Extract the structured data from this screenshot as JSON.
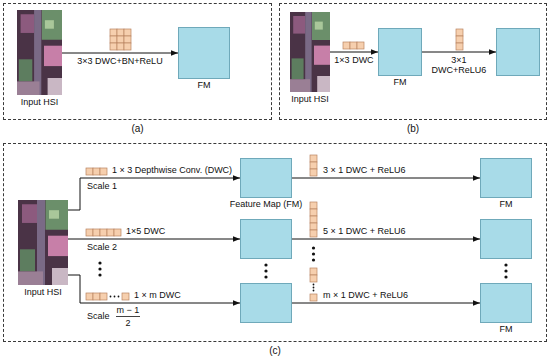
{
  "diagram": {
    "nodes": [
      {
        "text": [
          "(a)"
        ]
      },
      {
        "text": [
          "Input HSI"
        ],
        "in": 0
      },
      {
        "text": [
          "FM"
        ],
        "in": 0
      },
      {
        "text": [
          "(b)"
        ]
      },
      {
        "text": [
          "Input HSI"
        ],
        "in": 3
      },
      {
        "text": [
          "FM"
        ],
        "in": 3
      },
      {
        "text": [],
        "in": 3
      },
      {
        "text": [
          "(c)"
        ]
      },
      {
        "text": [
          "Input HSI"
        ],
        "in": 7
      },
      {
        "text": [
          "Feature Map (FM)"
        ],
        "in": 7
      },
      {
        "text": [
          "FM"
        ],
        "in": 7
      },
      {
        "text": [],
        "in": 7
      },
      {
        "text": [],
        "in": 7
      },
      {
        "text": [],
        "in": 7
      },
      {
        "text": [
          "FM"
        ],
        "in": 7
      }
    ],
    "edges": [
      {
        "from": 1,
        "to": 2,
        "arrow": "to",
        "label": "3×3 DWC+BN+ReLU"
      },
      {
        "from": 4,
        "to": 5,
        "arrow": "to",
        "label": "1×3 DWC"
      },
      {
        "from": 5,
        "to": 6,
        "arrow": "to",
        "label": "3×1 DWC+ReLU6"
      },
      {
        "from": 8,
        "to": 9,
        "arrow": "to",
        "label": "1 × 3 Depthwise Conv. (DWC)"
      },
      {
        "from": 9,
        "to": 10,
        "arrow": "to",
        "label": "3 × 1 DWC + ReLU6"
      },
      {
        "from": 8,
        "to": 11,
        "arrow": "to",
        "label": "1×5 DWC"
      },
      {
        "from": 11,
        "to": 12,
        "arrow": "to",
        "label": "5 × 1 DWC + ReLU6"
      },
      {
        "from": 8,
        "to": 13,
        "arrow": "to",
        "label": "1 × m DWC"
      },
      {
        "from": 13,
        "to": 14,
        "arrow": "to",
        "label": "m × 1 DWC + ReLU6"
      }
    ],
    "labels": [
      "Scale 1",
      "Scale 2",
      "Scale",
      "m − 1",
      "2"
    ]
  }
}
